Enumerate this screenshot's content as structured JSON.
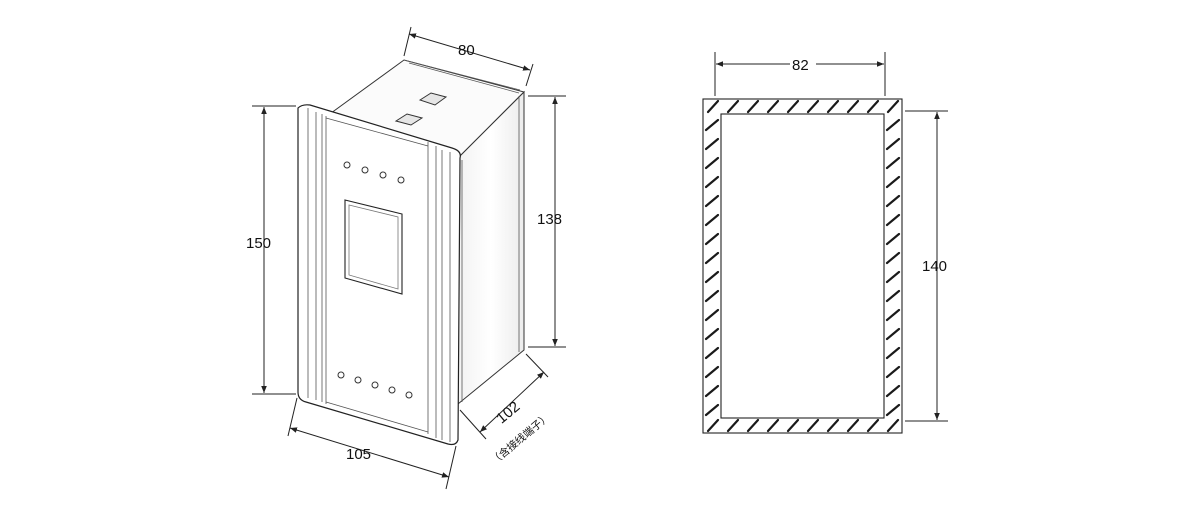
{
  "device_view": {
    "dims": {
      "width": "105",
      "height": "150",
      "top_depth": "80",
      "side_height": "138",
      "depth": "102",
      "depth_note": "（含接线端子）"
    },
    "indicator_top_count": 4,
    "indicator_bottom_count": 5
  },
  "cutout_view": {
    "dims": {
      "width": "82",
      "height": "140"
    }
  },
  "colors": {
    "line": "#222222",
    "hatch": "#1a1a1a",
    "background": "#ffffff"
  }
}
